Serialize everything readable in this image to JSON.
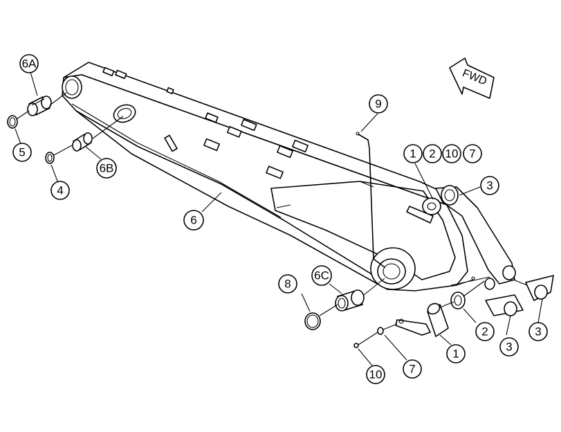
{
  "direction_label": "FWD",
  "callouts": {
    "c6a": "6A",
    "c5": "5",
    "c4": "4",
    "c6b": "6B",
    "c6": "6",
    "c9": "9",
    "c1_top": "1",
    "c2_top": "2",
    "c10_top": "10",
    "c7_top": "7",
    "c3_top": "3",
    "c8": "8",
    "c6c": "6C",
    "c2_bottom": "2",
    "c3_middle": "3",
    "c3_right": "3",
    "c1_bottom": "1",
    "c7_bottom": "7",
    "c10_bottom": "10"
  }
}
